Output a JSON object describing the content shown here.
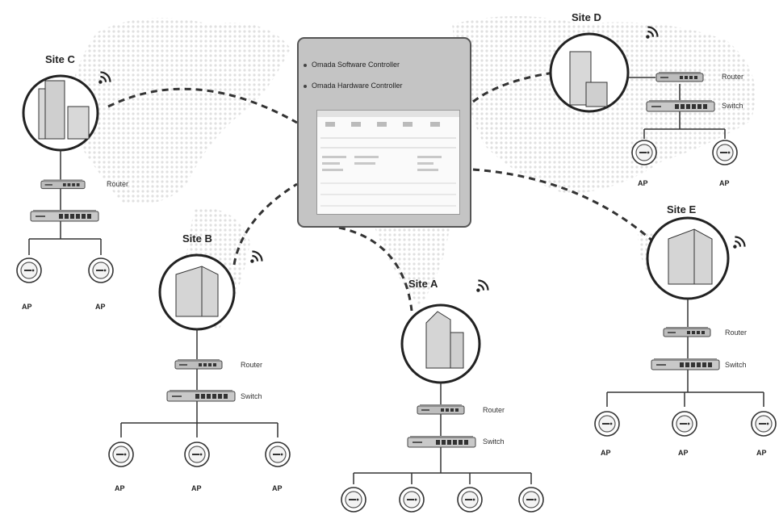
{
  "controller": {
    "items": [
      "Omada Software Controller",
      "Omada Hardware Controller"
    ]
  },
  "sites": {
    "site_a": {
      "name": "Site A",
      "router": "Router",
      "switch": "Switch"
    },
    "site_b": {
      "name": "Site B",
      "router": "Router",
      "switch": "Switch",
      "aps": [
        "AP",
        "AP",
        "AP"
      ]
    },
    "site_c": {
      "name": "Site C",
      "router": "Router",
      "aps": [
        "AP",
        "AP"
      ]
    },
    "site_d": {
      "name": "Site D",
      "router": "Router",
      "switch": "Switch",
      "aps": [
        "AP",
        "AP"
      ]
    },
    "site_e": {
      "name": "Site E",
      "router": "Router",
      "switch": "Switch",
      "aps": [
        "AP",
        "AP",
        "AP"
      ]
    }
  },
  "colors": {
    "line": "#333333",
    "map": "#e6e6e6",
    "building": "#cfcfcf",
    "panel": "#c4c4c4"
  }
}
